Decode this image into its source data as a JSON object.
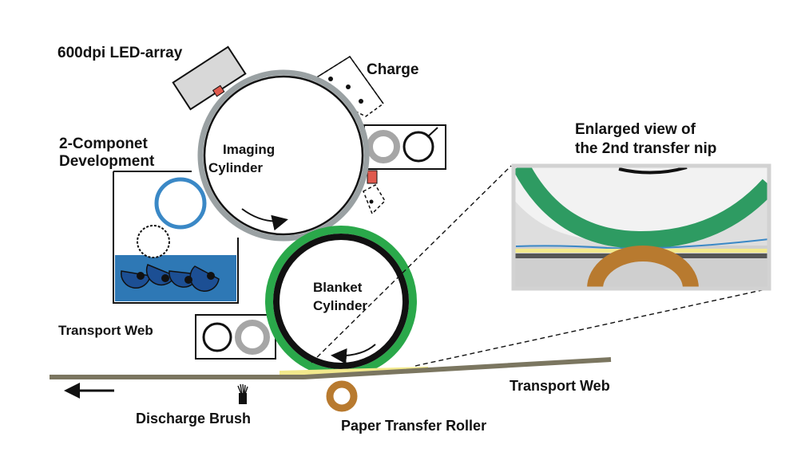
{
  "labels": {
    "led_array": "600dpi LED-array",
    "charge": "Charge",
    "development_line1": "2-Componet",
    "development_line2": "Development",
    "imaging_line1": "Imaging",
    "imaging_line2": "Cylinder",
    "enlarged_line1": "Enlarged view of",
    "enlarged_line2": "the 2nd transfer nip",
    "blanket_line1": "Blanket",
    "blanket_line2": "Cylinder",
    "transport_web_left": "Transport Web",
    "transport_web_right": "Transport Web",
    "discharge_brush": "Discharge Brush",
    "paper_transfer_roller": "Paper Transfer Roller"
  },
  "colors": {
    "imaging_rim": "#9aa1a3",
    "blanket_rim": "#2aa84a",
    "toner_blue": "#2e78b5",
    "magnet_roller": "#3a88c6",
    "developer_blue": "#1c4f94",
    "led_body": "#d8d8d8",
    "led_emitter": "#e05a4e",
    "transfer_roller": "#b87a2f",
    "paper": "#f2e98c",
    "web": "#7b7660"
  }
}
